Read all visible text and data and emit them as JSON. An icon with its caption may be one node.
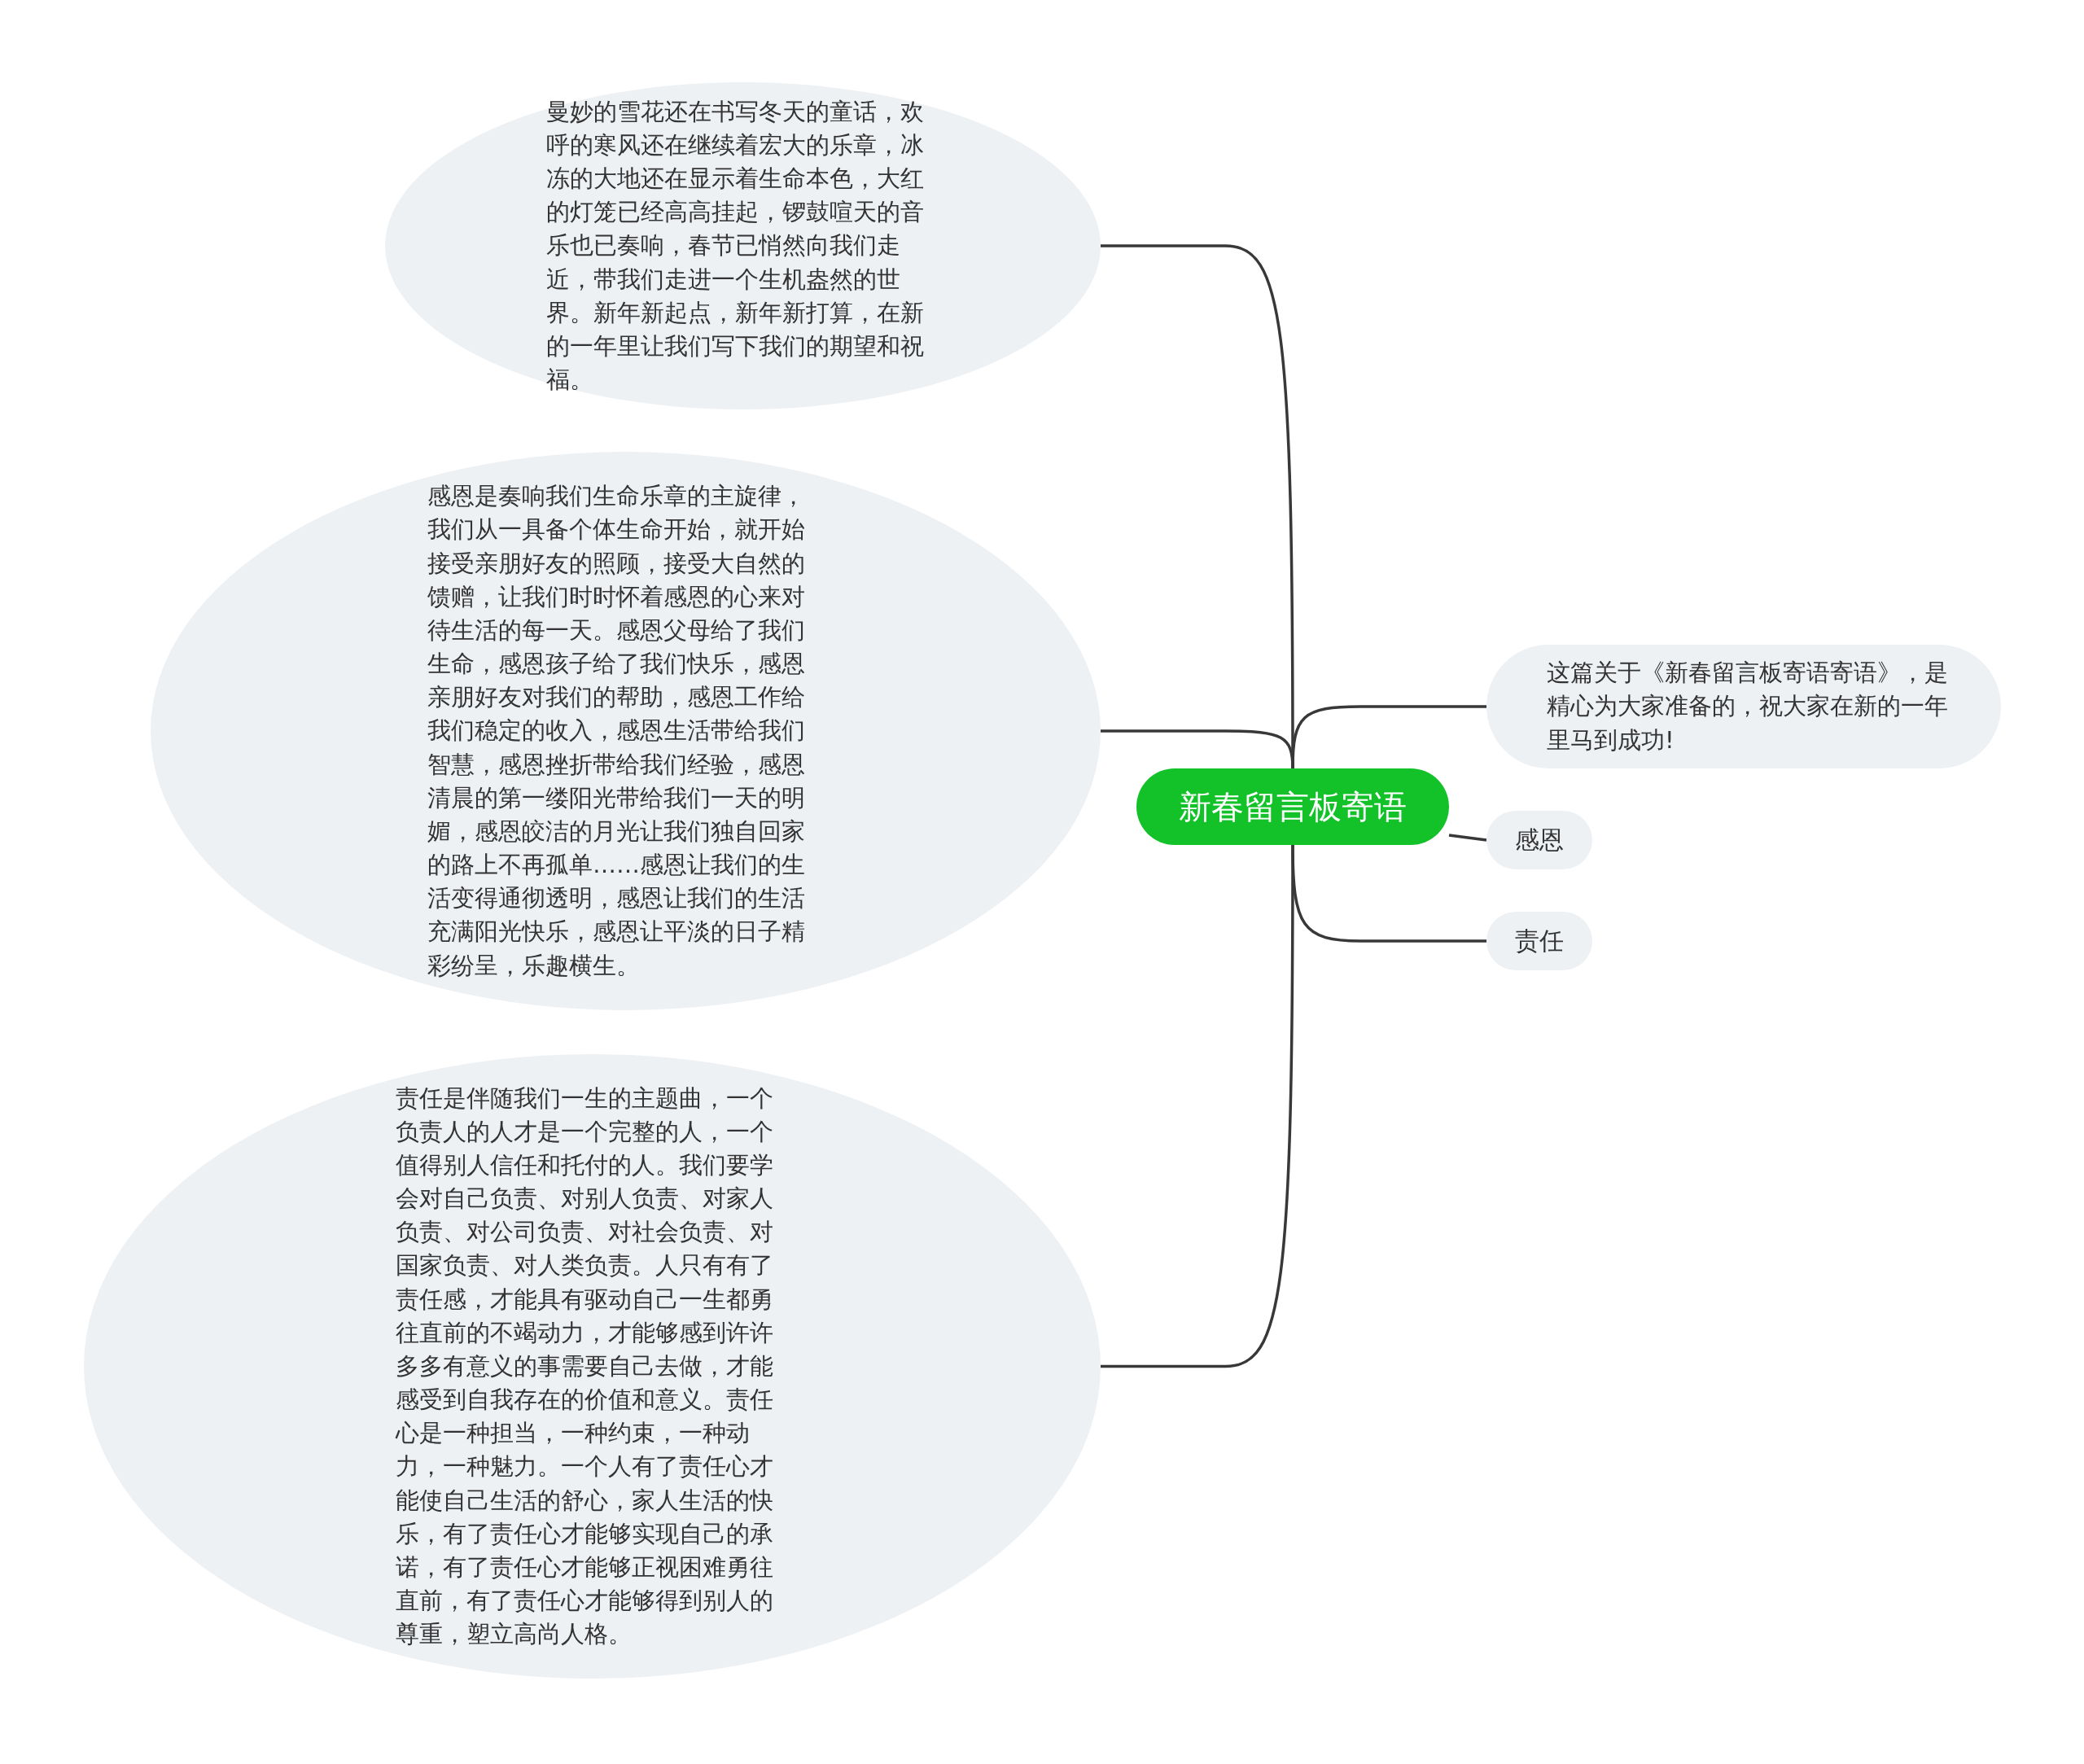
{
  "diagram": {
    "nodes": [
      {
        "text": [
          "新春留言板寄语"
        ]
      },
      {
        "text": [
          "曼妙的雪花还在书写冬天的童话，欢呼的寒风还在继续着宏大的乐章，冰冻的大地还在显示着生命本色，大红的灯笼已经高高挂起，锣鼓喧天的音乐也已奏响，春节已悄然向我们走近，带我们走进一个生机盎然的世界。新年新起点，新年新打算，在新的一年里让我们写下我们的期望和祝福。"
        ]
      },
      {
        "text": [
          "感恩是奏响我们生命乐章的主旋律，我们从一具备个体生命开始，就开始接受亲朋好友的照顾，接受大自然的馈赠，让我们时时怀着感恩的心来对待生活的每一天。感恩父母给了我们生命，感恩孩子给了我们快乐，感恩亲朋好友对我们的帮助，感恩工作给我们稳定的收入，感恩生活带给我们智慧，感恩挫折带给我们经验，感恩清晨的第一缕阳光带给我们一天的明媚，感恩皎洁的月光让我们独自回家的路上不再孤单……感恩让我们的生活变得通彻透明，感恩让我们的生活充满阳光快乐，感恩让平淡的日子精彩纷呈，乐趣横生。"
        ]
      },
      {
        "text": [
          "责任是伴随我们一生的主题曲，一个负责人的人才是一个完整的人，一个值得别人信任和托付的人。我们要学会对自己负责、对别人负责、对家人负责、对公司负责、对社会负责、对国家负责、对人类负责。人只有有了责任感，才能具有驱动自己一生都勇往直前的不竭动力，才能够感到许许多多有意义的事需要自己去做，才能感受到自我存在的价值和意义。责任心是一种担当，一种约束，一种动力，一种魅力。一个人有了责任心才能使自己生活的舒心，家人生活的快乐，有了责任心才能够实现自己的承诺，有了责任心才能够正视困难勇往直前，有了责任心才能够得到别人的尊重，塑立高尚人格。"
        ]
      },
      {
        "text": [
          "这篇关于《新春留言板寄语寄语》，是精心为大家准备的，祝大家在新的一年里马到成功!"
        ]
      },
      {
        "text": [
          "感恩"
        ]
      },
      {
        "text": [
          "责任"
        ]
      }
    ],
    "edges": [
      {
        "from": 0,
        "to": 1,
        "arrow": "none"
      },
      {
        "from": 0,
        "to": 2,
        "arrow": "none"
      },
      {
        "from": 0,
        "to": 3,
        "arrow": "none"
      },
      {
        "from": 0,
        "to": 4,
        "arrow": "none"
      },
      {
        "from": 0,
        "to": 5,
        "arrow": "none"
      },
      {
        "from": 0,
        "to": 6,
        "arrow": "none"
      }
    ]
  }
}
